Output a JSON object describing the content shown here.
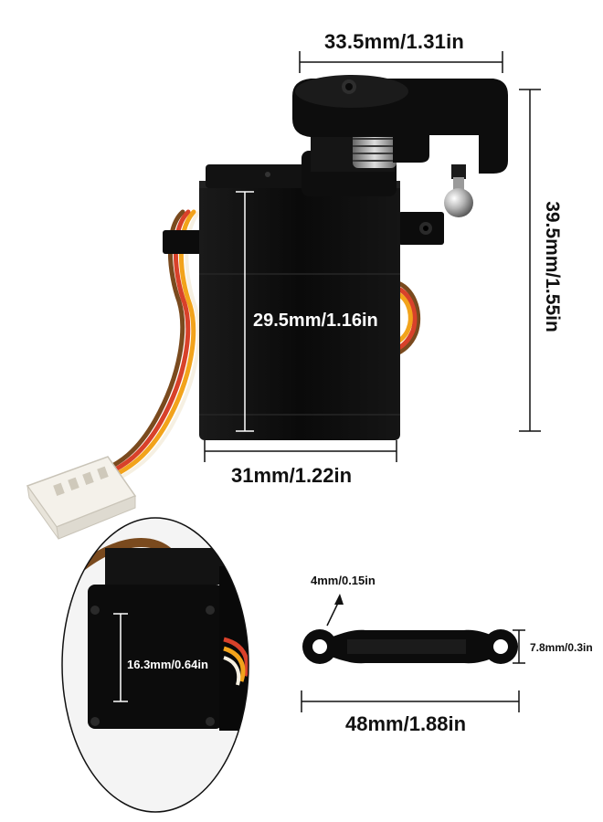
{
  "dimensions": {
    "arm_width": "33.5mm/1.31in",
    "total_height": "39.5mm/1.55in",
    "body_height": "29.5mm/1.16in",
    "body_width": "31mm/1.22in",
    "body_depth": "16.3mm/0.64in",
    "linkage_hole": "4mm/0.15in",
    "linkage_thickness": "7.8mm/0.3in",
    "linkage_length": "48mm/1.88in"
  },
  "colors": {
    "servo_body": "#0b0b0b",
    "wire_brown": "#7a4a1e",
    "wire_red": "#d8412a",
    "wire_orange": "#f2a31b",
    "connector": "#f4f1ea",
    "metal": "#b9b9b9"
  }
}
